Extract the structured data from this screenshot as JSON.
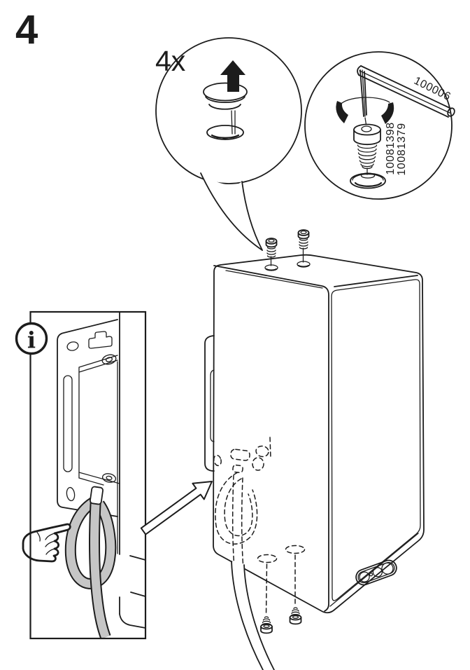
{
  "page": {
    "background_color": "#ffffff",
    "line_color": "#1c1c1c",
    "cable_color": "#c6c6c6"
  },
  "step": {
    "number": "4"
  },
  "callouts": {
    "cap_removal": {
      "quantity": "4x"
    },
    "hardware": {
      "tool_part_number": "100006",
      "screw_part_numbers": [
        "10081398",
        "10081379"
      ]
    }
  },
  "info_panel": {
    "icon_glyph": "i"
  }
}
